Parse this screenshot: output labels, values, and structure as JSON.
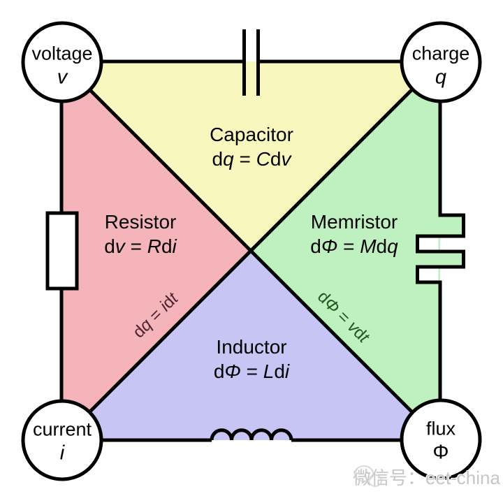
{
  "colors": {
    "c-yellow": "#F8F8BE",
    "c-pink": "#F4B4BA",
    "c-green": "#BFF0BF",
    "c-blue": "#C6C5F4",
    "c-diag-red": "#4A2430",
    "c-diag-green": "#1E5A1E",
    "c-watermark": "#C6C6C6"
  },
  "nodes": {
    "voltage": {
      "label": "voltage",
      "symbol": "v"
    },
    "charge": {
      "label": "charge",
      "symbol": "q"
    },
    "current": {
      "label": "current",
      "symbol": "i"
    },
    "flux": {
      "label": "flux",
      "symbol": "Φ"
    }
  },
  "elements": {
    "capacitor": {
      "name": "Capacitor",
      "formula": [
        "d",
        "q",
        " = ",
        "C",
        "d",
        "v"
      ]
    },
    "resistor": {
      "name": "Resistor",
      "formula": [
        "d",
        "v",
        " = ",
        "R",
        "d",
        "i"
      ]
    },
    "memristor": {
      "name": "Memristor",
      "formula": [
        "d",
        "Φ",
        " = ",
        "M",
        "d",
        "q"
      ]
    },
    "inductor": {
      "name": "Inductor",
      "formula": [
        "d",
        "Φ",
        " = ",
        "L",
        "d",
        "i"
      ]
    }
  },
  "diagonals": {
    "charge_current": {
      "formula": [
        "d",
        "q",
        " = ",
        "i",
        "d",
        "t"
      ]
    },
    "flux_voltage": {
      "formula": [
        "d",
        "Φ",
        " = ",
        "v",
        "d",
        "t"
      ]
    }
  },
  "watermark": {
    "text": "微信号：eet-china"
  }
}
